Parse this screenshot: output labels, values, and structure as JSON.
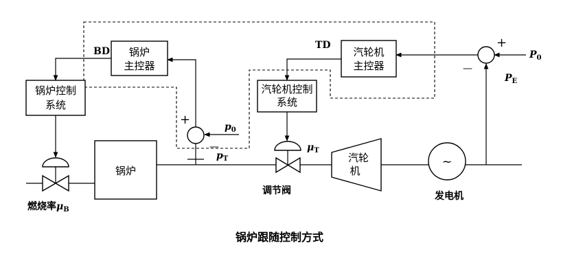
{
  "caption": "锅炉跟随控制方式",
  "blocks": {
    "boiler_master": [
      "锅炉",
      "主控器"
    ],
    "turbine_master": [
      "汽轮机",
      "主控器"
    ],
    "boiler_control": [
      "锅炉控制",
      "系统"
    ],
    "turbine_control": [
      "汽轮机控制",
      "系统"
    ],
    "boiler": "锅炉",
    "turbine": [
      "汽轮",
      "机"
    ]
  },
  "labels": {
    "bd": "BD",
    "td": "TD",
    "fuel_rate": "燃烧率",
    "fuel_symbol": "μ",
    "fuel_sub": "B",
    "regulating_valve": "调节阀",
    "generator": "发电机",
    "generator_symbol": "~",
    "pt_symbol": "p",
    "pt_sub": "T",
    "p0_left_symbol": "p",
    "p0_left_sub": "0",
    "mu_t_symbol": "μ",
    "mu_t_sub": "T",
    "p0_right_symbol": "P",
    "p0_right_sub": "0",
    "pe_symbol": "P",
    "pe_sub": "E",
    "plus": "+",
    "minus": "—"
  }
}
